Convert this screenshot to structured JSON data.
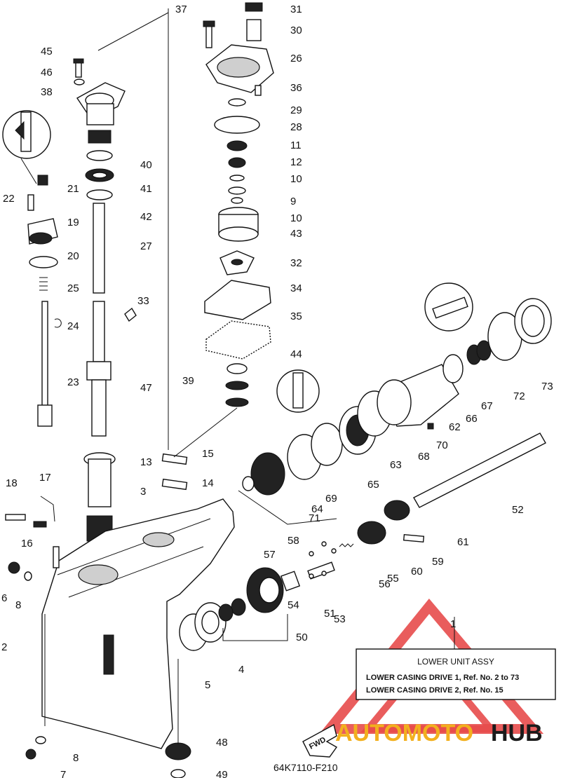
{
  "diagram": {
    "code": "64K7110-F210",
    "fwd_label": "FWD",
    "legend": {
      "number": "1",
      "title": "LOWER UNIT ASSY",
      "line1": "LOWER CASING DRIVE 1,  Ref. No. 2 to 73",
      "line2": "LOWER CASING DRIVE 2,  Ref. No. 15"
    },
    "watermark": {
      "part1": "AUTOMOTO",
      "part2": "HUB",
      "color1": "#f2b01e",
      "color2": "#1b1b1b",
      "triangle_color": "#e74b4b"
    },
    "callouts": [
      "37",
      "31",
      "30",
      "45",
      "26",
      "46",
      "38",
      "36",
      "29",
      "28",
      "11",
      "40",
      "12",
      "10",
      "41",
      "21",
      "9",
      "22",
      "42",
      "10",
      "19",
      "27",
      "43",
      "20",
      "32",
      "25",
      "34",
      "33",
      "24",
      "35",
      "44",
      "39",
      "47",
      "23",
      "15",
      "13",
      "14",
      "18",
      "17",
      "3",
      "16",
      "6",
      "8",
      "2",
      "5",
      "4",
      "8",
      "7",
      "48",
      "49",
      "52",
      "62",
      "63",
      "64",
      "65",
      "66",
      "67",
      "68",
      "69",
      "70",
      "71",
      "72",
      "73",
      "61",
      "60",
      "59",
      "58",
      "57",
      "56",
      "55",
      "54",
      "53",
      "51",
      "50"
    ]
  }
}
